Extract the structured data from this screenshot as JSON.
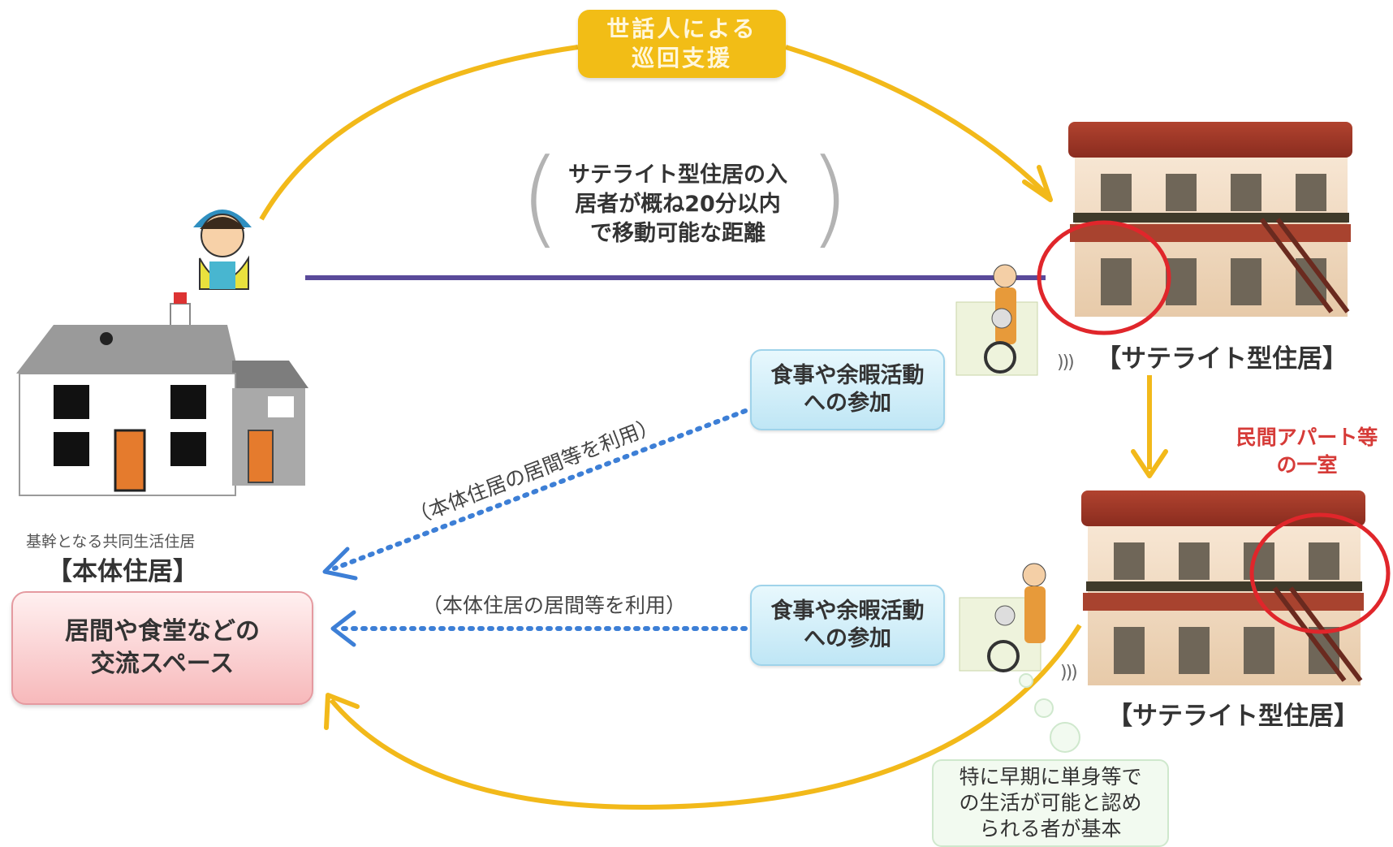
{
  "top_badge": {
    "line1": "世話人による",
    "line2": "巡回支援"
  },
  "distance_note": {
    "line1": "サテライト型住居の入",
    "line2": "居者が概ね20分以内",
    "line3": "で移動可能な距離"
  },
  "main_house": {
    "caption_small": "基幹となる共同生活住居",
    "caption": "【本体住居】"
  },
  "common_space": {
    "line1": "居間や食堂などの",
    "line2": "交流スペース"
  },
  "satellite_upper": {
    "label": "【サテライト型住居】"
  },
  "satellite_lower": {
    "label": "【サテライト型住居】"
  },
  "apartment_note": {
    "line1": "民間アパート等",
    "line2": "の一室"
  },
  "activity_upper": {
    "line1": "食事や余暇活動",
    "line2": "への参加"
  },
  "activity_lower": {
    "line1": "食事や余暇活動",
    "line2": "への参加"
  },
  "usage_upper": "（本体住居の居間等を利用）",
  "usage_lower": "（本体住居の居間等を利用）",
  "early_note": {
    "line1": "特に早期に単身等で",
    "line2": "の生活が可能と認め",
    "line3": "られる者が基本"
  },
  "waves": ")))",
  "colors": {
    "arc_yellow": "#f2b91a",
    "distance_line": "#5a4a9a",
    "dotted_blue": "#3d7fd6",
    "highlight_red": "#e0262b",
    "roof": "#9b3324",
    "wall": "#efd9c0"
  }
}
